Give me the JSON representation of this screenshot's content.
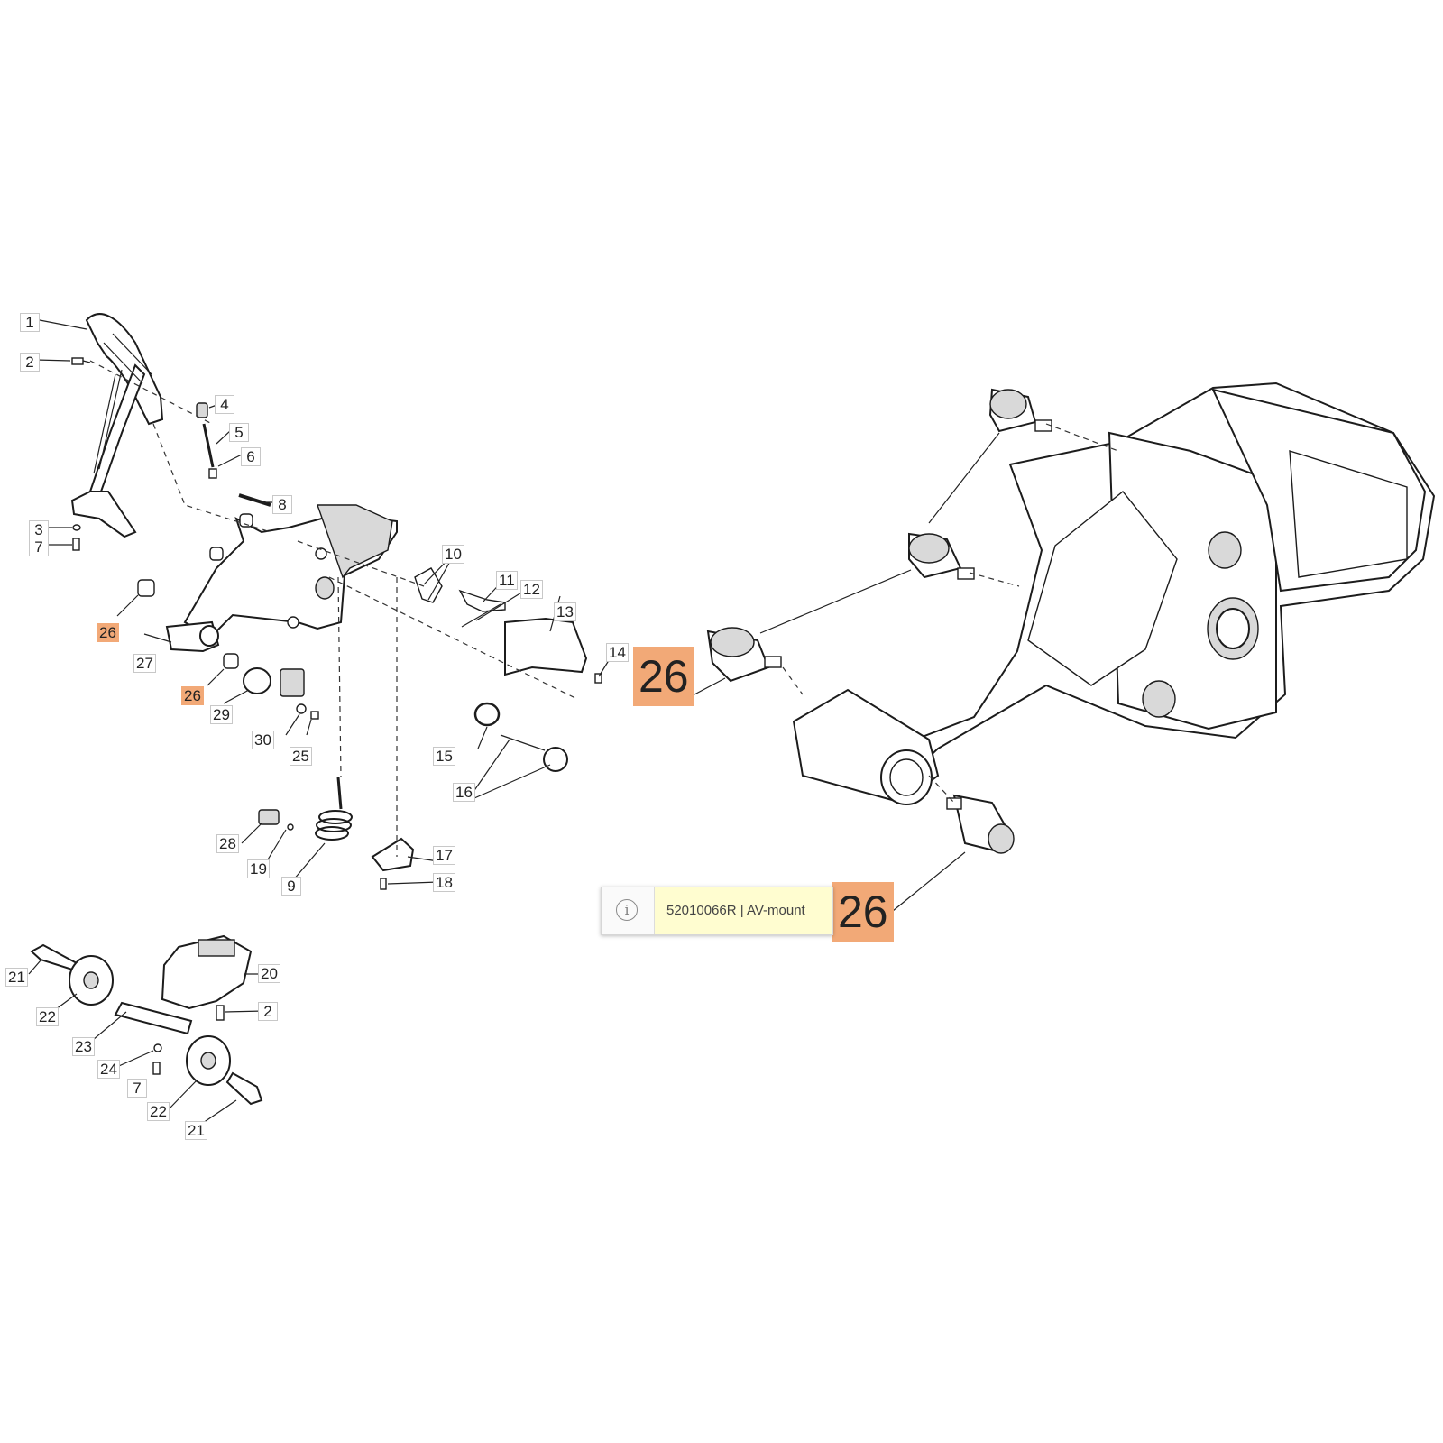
{
  "callouts": {
    "c1": "1",
    "c2a": "2",
    "c3": "3",
    "c4": "4",
    "c5": "5",
    "c6": "6",
    "c7a": "7",
    "c8": "8",
    "c9": "9",
    "c10": "10",
    "c11": "11",
    "c12": "12",
    "c13": "13",
    "c14": "14",
    "c15": "15",
    "c16": "16",
    "c17": "17",
    "c18": "18",
    "c19": "19",
    "c20": "20",
    "c21a": "21",
    "c21b": "21",
    "c22a": "22",
    "c22b": "22",
    "c2b": "2",
    "c23": "23",
    "c24": "24",
    "c7b": "7",
    "c25": "25",
    "c26a": "26",
    "c26b": "26",
    "c27": "27",
    "c28": "28",
    "c29": "29",
    "c30": "30"
  },
  "detail": {
    "callout_upper": "26",
    "callout_lower": "26"
  },
  "tooltip": {
    "text": "52010066R | AV-mount",
    "icon": "info-icon"
  },
  "colors": {
    "highlight": "#f2a977",
    "tooltip_bg": "#fffdd0"
  }
}
